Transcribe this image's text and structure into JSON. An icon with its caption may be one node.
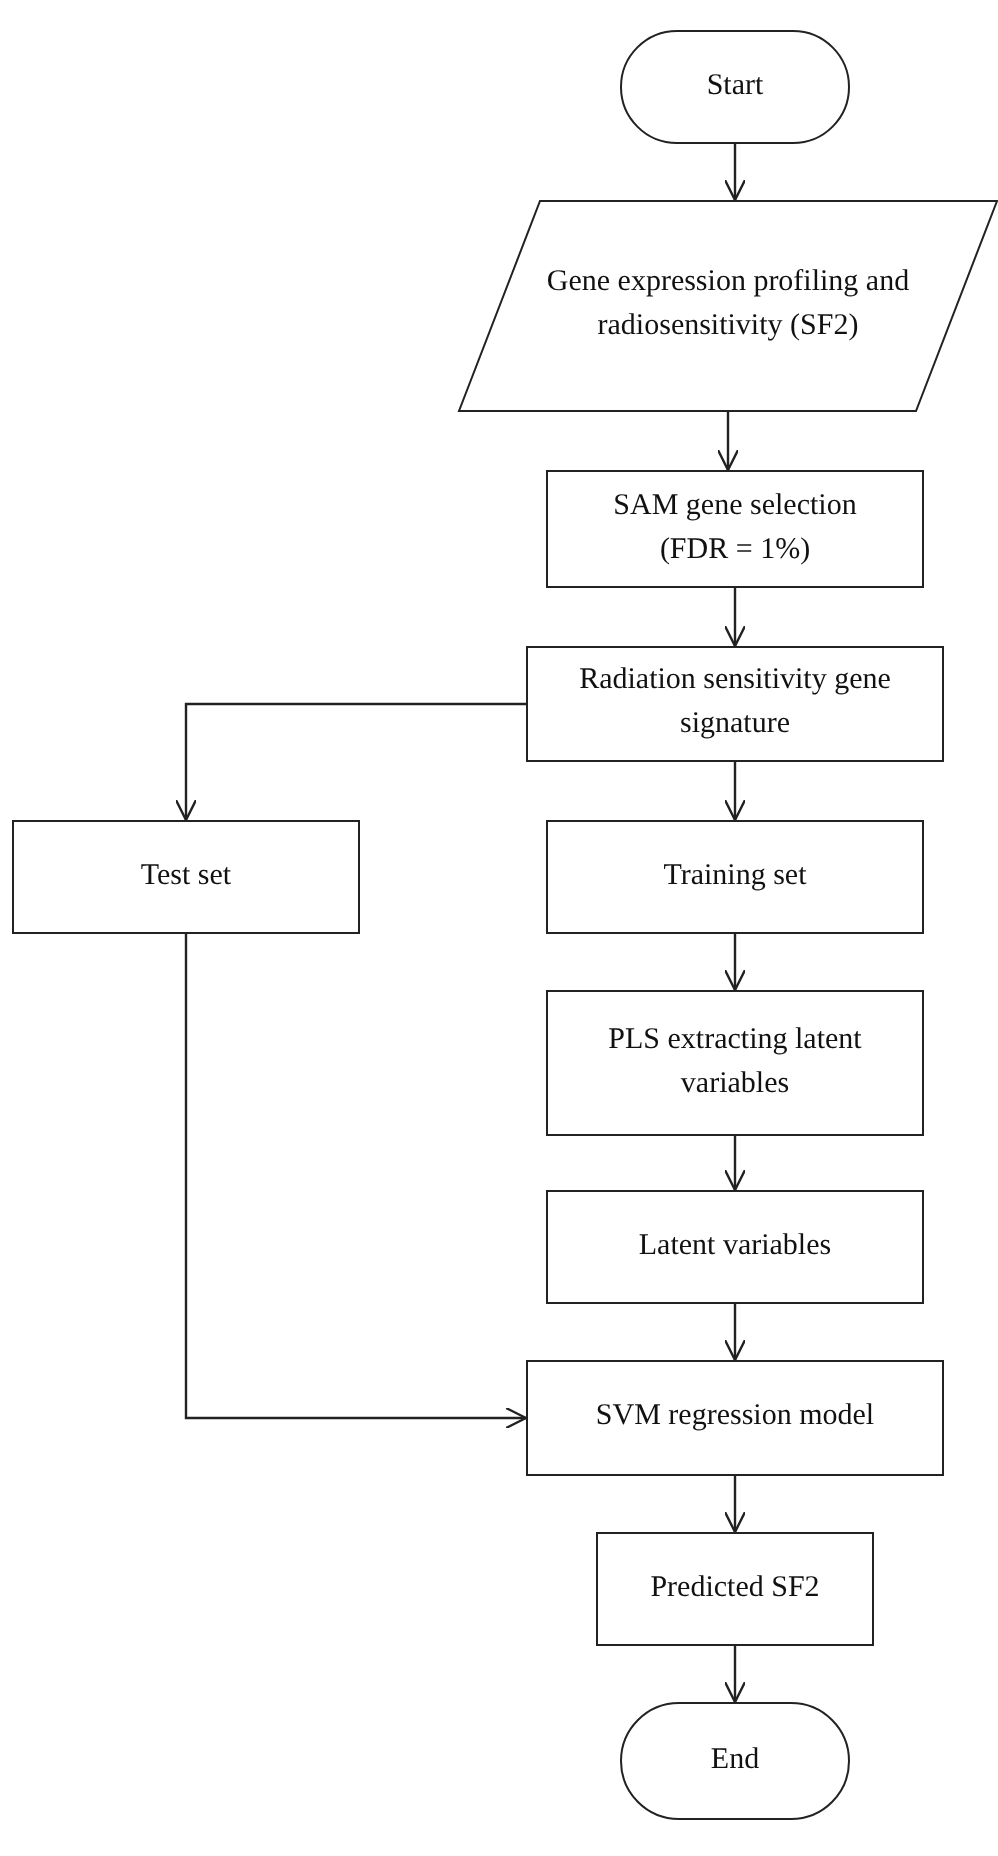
{
  "diagram": {
    "nodes": [
      {
        "text": [
          "Start"
        ]
      },
      {
        "text": [
          "Gene expression profiling and radiosensitivity (SF2)"
        ]
      },
      {
        "text": [
          "SAM gene selection (FDR = 1%)"
        ]
      },
      {
        "text": [
          "Radiation sensitivity gene signature"
        ]
      },
      {
        "text": [
          "Test set"
        ]
      },
      {
        "text": [
          "Training set"
        ]
      },
      {
        "text": [
          "PLS extracting latent variables"
        ]
      },
      {
        "text": [
          "Latent variables"
        ]
      },
      {
        "text": [
          "SVM regression model"
        ]
      },
      {
        "text": [
          "Predicted SF2"
        ]
      },
      {
        "text": [
          "End"
        ]
      }
    ],
    "edges": [
      {
        "from": 0,
        "to": 1,
        "arrow": "to"
      },
      {
        "from": 1,
        "to": 2,
        "arrow": "to"
      },
      {
        "from": 2,
        "to": 3,
        "arrow": "to"
      },
      {
        "from": 3,
        "to": 4,
        "arrow": "to"
      },
      {
        "from": 3,
        "to": 5,
        "arrow": "to"
      },
      {
        "from": 5,
        "to": 6,
        "arrow": "to"
      },
      {
        "from": 6,
        "to": 7,
        "arrow": "to"
      },
      {
        "from": 7,
        "to": 8,
        "arrow": "to"
      },
      {
        "from": 4,
        "to": 8,
        "arrow": "to"
      },
      {
        "from": 8,
        "to": 9,
        "arrow": "to"
      },
      {
        "from": 9,
        "to": 10,
        "arrow": "to"
      }
    ]
  }
}
